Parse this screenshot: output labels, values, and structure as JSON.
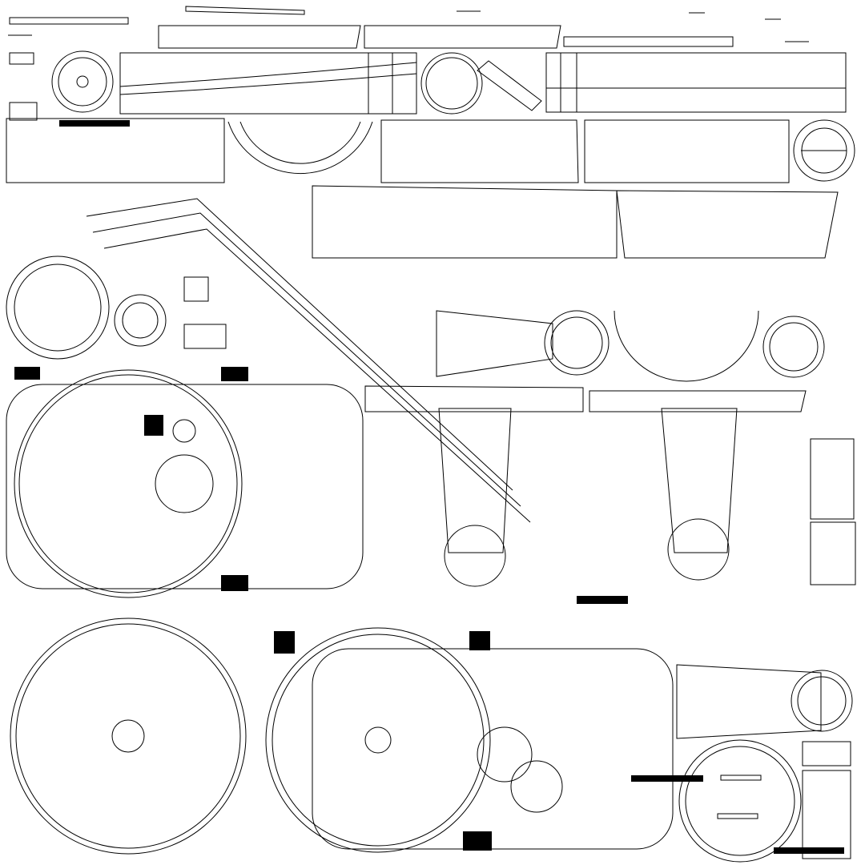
{
  "image": {
    "kind": "uv-wireframe-layout",
    "background_color": "#ffffff",
    "line_color": "#000000",
    "fill_color": "#000000"
  },
  "islands": [
    {
      "name": "top-strip-islands"
    },
    {
      "name": "small-hub-top-left"
    },
    {
      "name": "long-curved-strip-top"
    },
    {
      "name": "hub-with-arm-top-middle"
    },
    {
      "name": "right-panel-top"
    },
    {
      "name": "arc-band-upper-left"
    },
    {
      "name": "trapezoid-panels-row-2"
    },
    {
      "name": "disc-upper-right"
    },
    {
      "name": "long-diagonal-strip"
    },
    {
      "name": "ring-left-middle"
    },
    {
      "name": "large-gear-center-left"
    },
    {
      "name": "arm-and-disc-right-middle"
    },
    {
      "name": "tapered-columns-center"
    },
    {
      "name": "radial-gear-bottom-left"
    },
    {
      "name": "radial-gear-bottom-center"
    },
    {
      "name": "tapered-strip-bottom-right"
    },
    {
      "name": "round-disc-bottom-right"
    },
    {
      "name": "small-islands-bottom-right-corner"
    }
  ]
}
